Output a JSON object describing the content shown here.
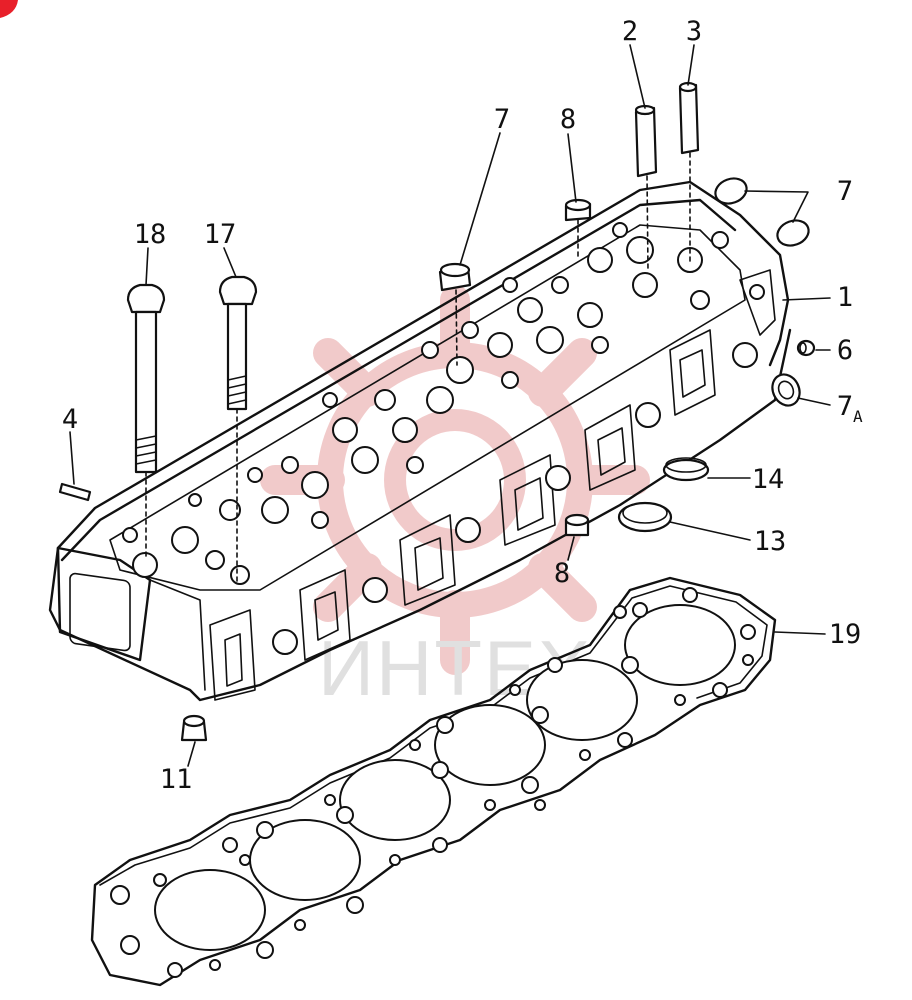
{
  "watermark": {
    "text": "ИНТЕХ",
    "color": "#e6a0a0"
  },
  "callouts": [
    {
      "id": "1",
      "label": "1"
    },
    {
      "id": "2",
      "label": "2"
    },
    {
      "id": "3",
      "label": "3"
    },
    {
      "id": "4",
      "label": "4"
    },
    {
      "id": "6",
      "label": "6"
    },
    {
      "id": "7-top-center",
      "label": "7"
    },
    {
      "id": "7-right",
      "label": "7"
    },
    {
      "id": "7a",
      "label": "7",
      "suffix": "A"
    },
    {
      "id": "8-top",
      "label": "8"
    },
    {
      "id": "8-lower",
      "label": "8"
    },
    {
      "id": "11",
      "label": "11"
    },
    {
      "id": "13",
      "label": "13"
    },
    {
      "id": "14",
      "label": "14"
    },
    {
      "id": "17",
      "label": "17"
    },
    {
      "id": "18",
      "label": "18"
    },
    {
      "id": "19",
      "label": "19"
    }
  ],
  "colors": {
    "line": "#111111",
    "corner_mark": "#e8202a"
  }
}
